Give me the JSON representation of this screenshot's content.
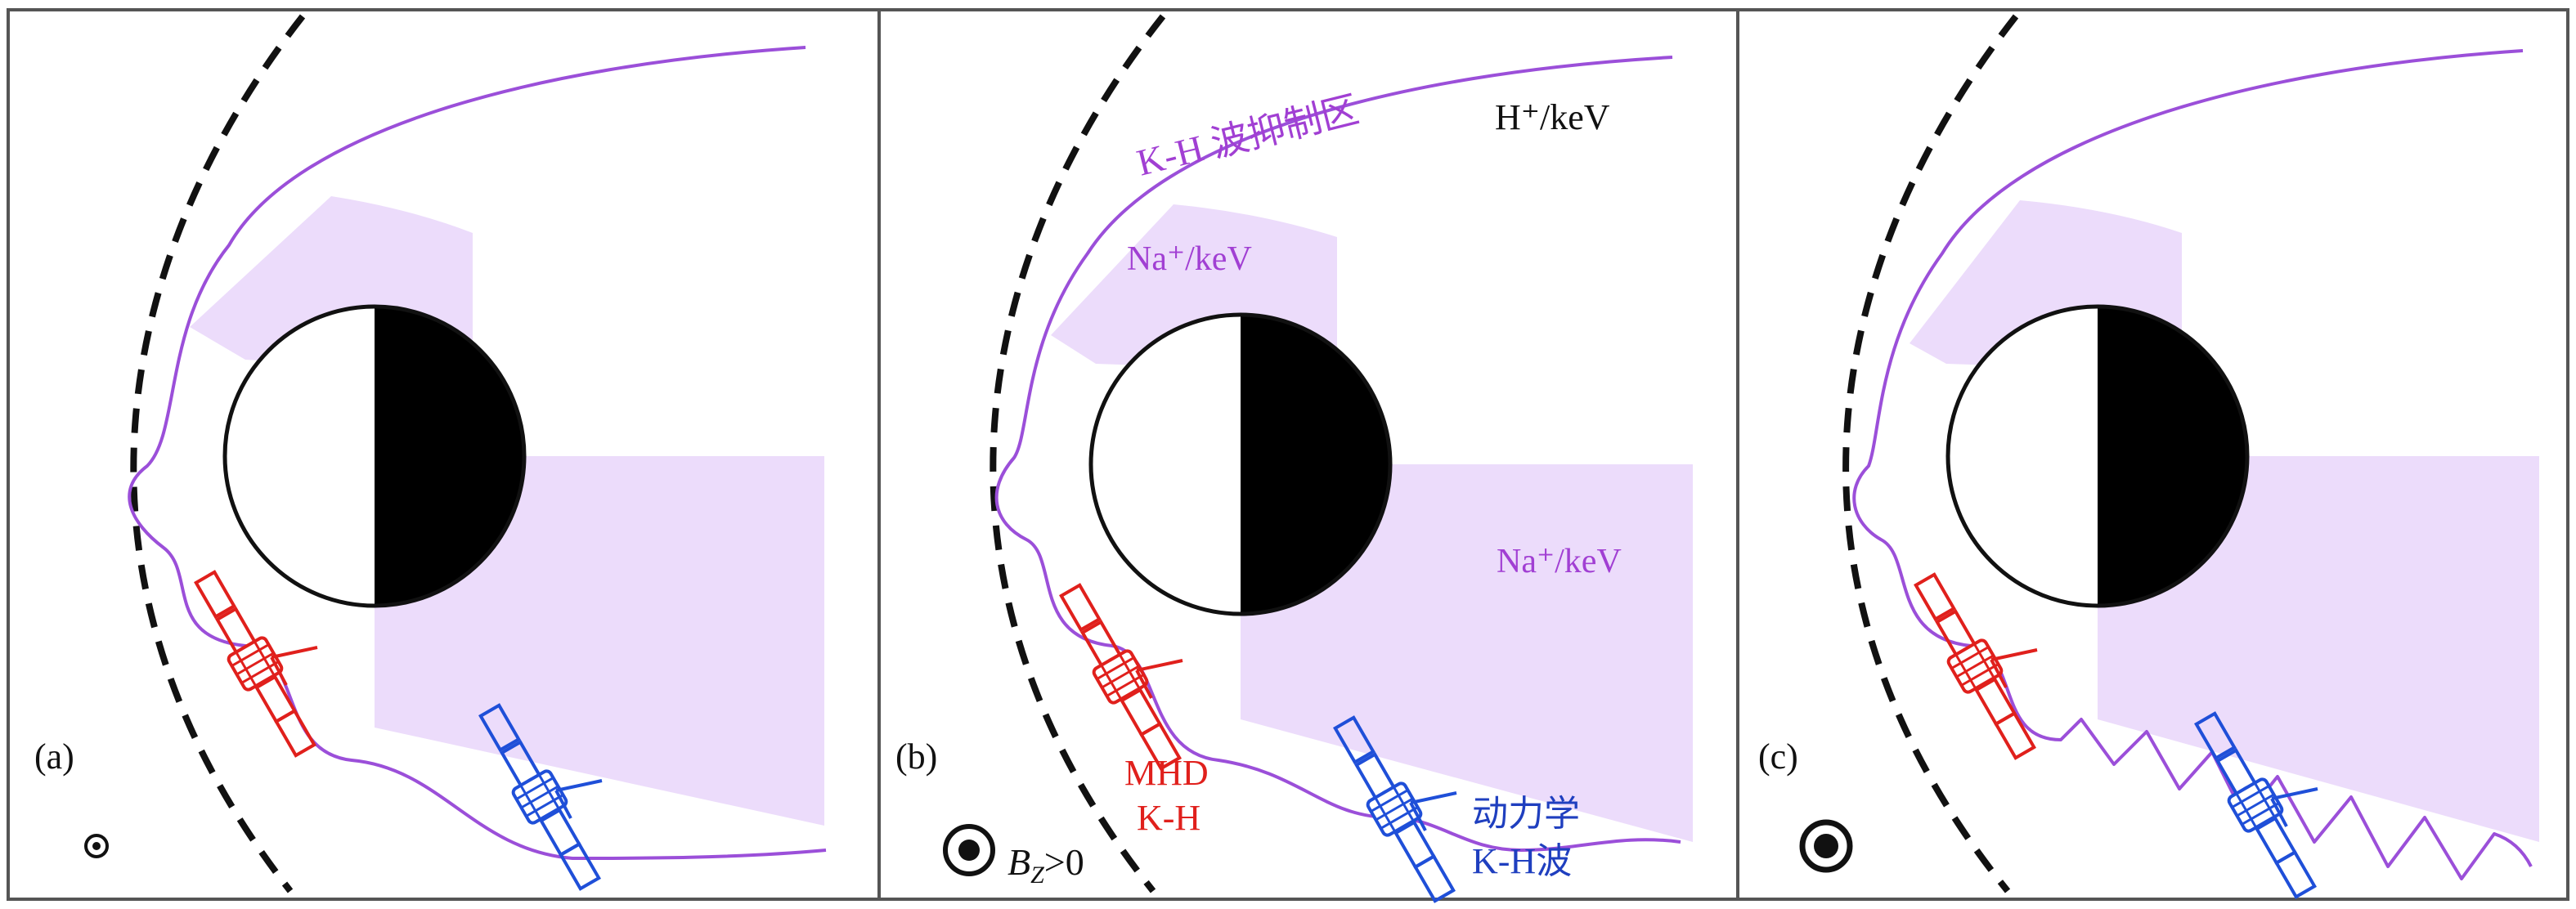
{
  "colors": {
    "frame": "#555555",
    "magnetopause": "#9b4fd9",
    "shading": "#ecdcfb",
    "planet_day": "#ffffff",
    "planet_night": "#000000",
    "bowshock": "#111111",
    "red_spacecraft": "#e0201c",
    "blue_spacecraft": "#1f4fd8",
    "text_black": "#111111",
    "text_purple": "#a13fd3",
    "text_red": "#e0201c",
    "text_blue": "#1f3fbf"
  },
  "icons": {
    "spacecraft_mhd": "satellite-icon",
    "spacecraft_kinetic": "satellite-icon",
    "field_out_of_page": "circle-dot-icon"
  },
  "panels": [
    {
      "label": "(a)",
      "annotations": []
    },
    {
      "label": "(b)",
      "annotations": {
        "suppression_region": "K-H 波抑制区",
        "proton_energy": "H⁺/keV",
        "sodium_energy_upper": "Na⁺/keV",
        "sodium_energy_lower": "Na⁺/keV",
        "mhd_line1": "MHD",
        "mhd_line2": "K-H",
        "kinetic_line1": "动力学",
        "kinetic_line2": "K-H波",
        "bz_symbol": "B",
        "bz_subscript": "Z",
        "bz_condition": ">0"
      }
    },
    {
      "label": "(c)",
      "annotations": []
    }
  ]
}
